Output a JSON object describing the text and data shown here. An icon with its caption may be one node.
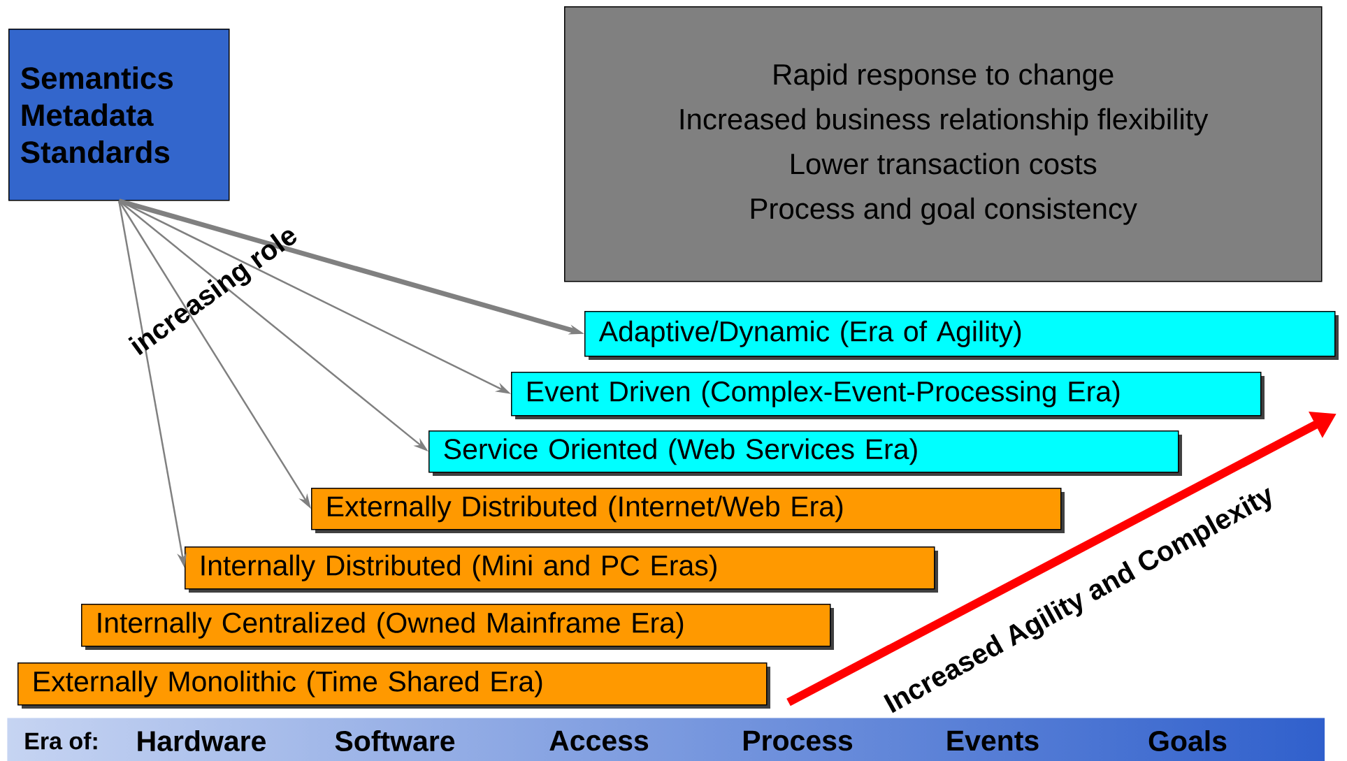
{
  "diagram": {
    "nodes": [
      {
        "text": [
          "Semantics Metadata Standards"
        ]
      },
      {
        "text": [
          "Rapid response to change",
          "Increased business relationship flexibility",
          "Lower transaction costs",
          "Process and goal consistency"
        ]
      },
      {
        "text": [
          "Adaptive/Dynamic (Era of Agility)"
        ]
      },
      {
        "text": [
          "Event Driven (Complex-Event-Processing Era)"
        ]
      },
      {
        "text": [
          "Service Oriented (Web Services Era)"
        ]
      },
      {
        "text": [
          "Externally Distributed (Internet/Web Era)"
        ]
      },
      {
        "text": [
          "Internally Distributed (Mini and PC Eras)"
        ]
      },
      {
        "text": [
          "Internally Centralized (Owned Mainframe Era)"
        ]
      },
      {
        "text": [
          "Externally Monolithic (Time Shared Era)"
        ]
      },
      {
        "text": [
          "Era of:",
          "Hardware",
          "Software",
          "Access",
          "Process",
          "Events",
          "Goals"
        ]
      }
    ],
    "edges": [
      {
        "from": 0,
        "to": 2,
        "arrow": "to",
        "style": "thick"
      },
      {
        "from": 0,
        "to": 3,
        "arrow": "to"
      },
      {
        "from": 0,
        "to": 4,
        "arrow": "to"
      },
      {
        "from": 0,
        "to": 5,
        "arrow": "to"
      },
      {
        "from": 0,
        "to": 6,
        "arrow": "to"
      }
    ],
    "labels": [
      "increasing role",
      "Increased Agility and Complexity"
    ]
  }
}
